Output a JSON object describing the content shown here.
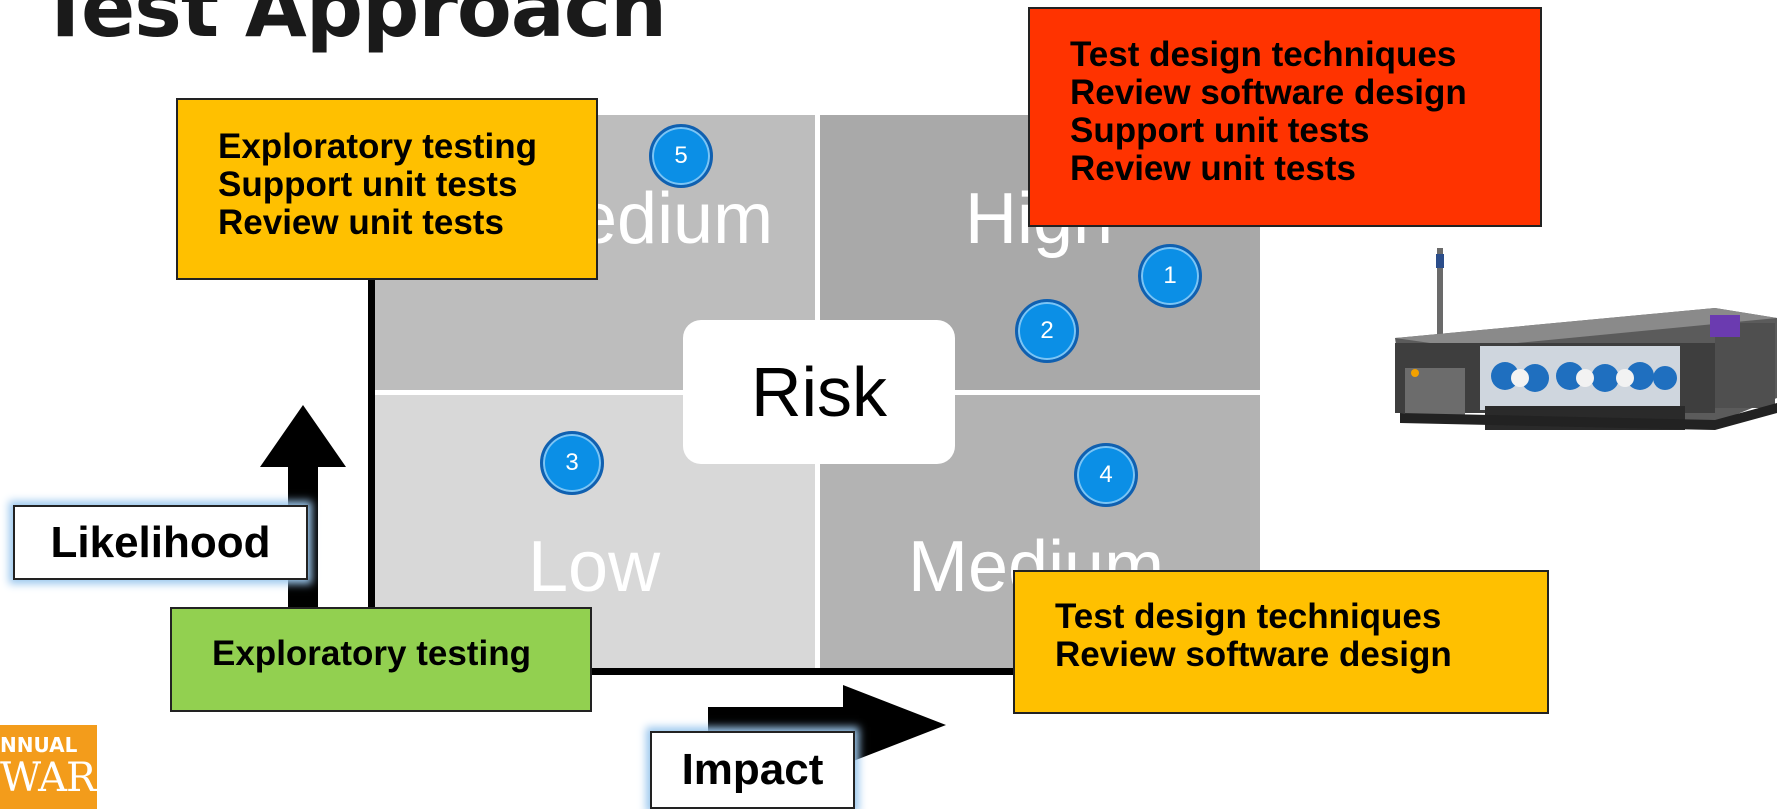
{
  "slide": {
    "title": "Test Approach",
    "center_label": "Risk",
    "quadrants": {
      "top_left": "Medium",
      "top_right": "High",
      "bottom_left": "Low",
      "bottom_right": "Medium"
    },
    "markers": [
      "1",
      "2",
      "3",
      "4",
      "5"
    ],
    "axes": {
      "vertical": "Likelihood",
      "horizontal": "Impact"
    },
    "notes": {
      "top_left": [
        "Exploratory testing",
        "Support unit tests",
        "Review unit tests"
      ],
      "top_right": [
        "Test design techniques",
        "Review software design",
        "Support unit tests",
        "Review unit tests"
      ],
      "bottom_left": [
        "Exploratory testing"
      ],
      "bottom_right": [
        "Test design techniques",
        "Review software design"
      ]
    },
    "logo": {
      "line1": "NNUAL",
      "line2": "WARE"
    },
    "colors": {
      "note_yellow": "#ffc000",
      "note_red": "#ff3300",
      "note_green": "#92d050",
      "marker_blue": "#0b8fe6"
    }
  }
}
